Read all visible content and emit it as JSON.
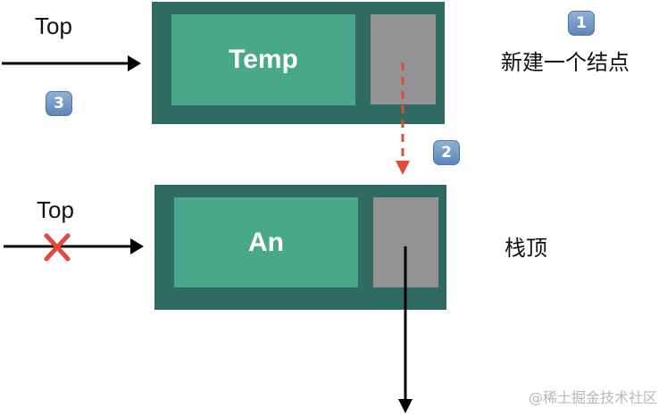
{
  "labels": {
    "top_1": "Top",
    "top_2": "Top"
  },
  "nodes": {
    "temp": {
      "data": "Temp"
    },
    "an": {
      "data": "An"
    }
  },
  "annotations": {
    "new_node": "新建一个结点",
    "stack_top": "栈顶"
  },
  "badges": {
    "step1": "1",
    "step2": "2",
    "step3": "3"
  },
  "watermark": "@稀土掘金技术社区",
  "colors": {
    "node_outer": "#2f6b63",
    "node_data": "#4aa88a",
    "node_pointer": "#939393",
    "dashed_arrow": "#e04b3a",
    "cross": "#e04b3a",
    "badge": "#6a8fc0"
  }
}
